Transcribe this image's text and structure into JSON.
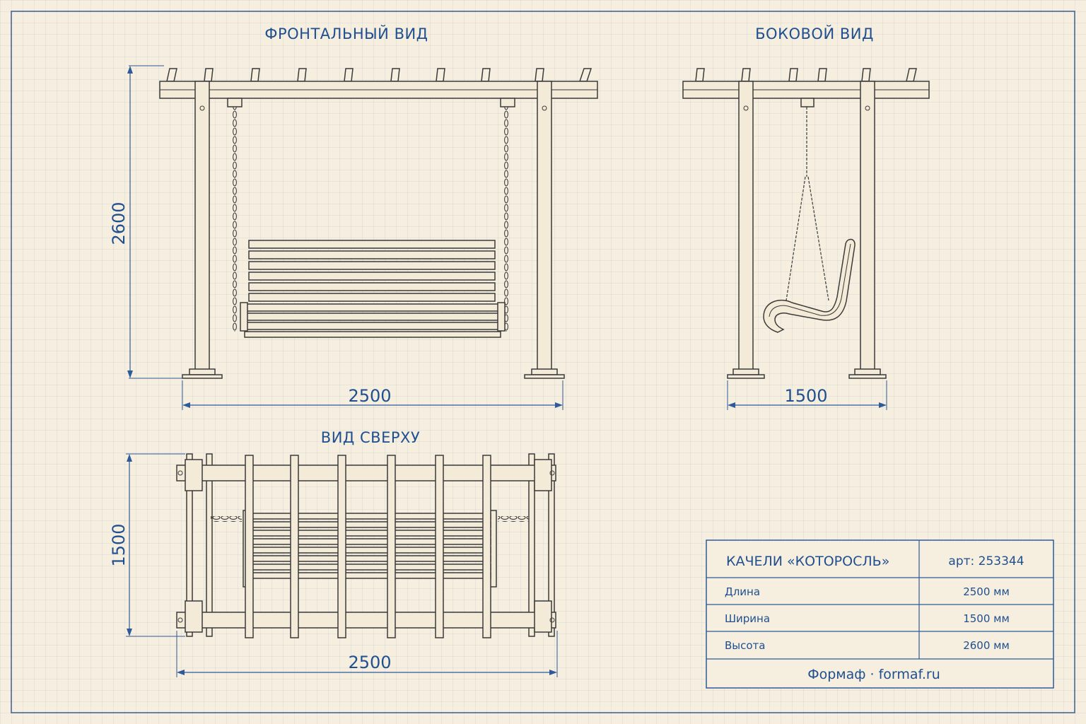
{
  "views": {
    "front_title": "ФРОНТАЛЬНЫЙ ВИД",
    "side_title": "БОКОВОЙ ВИД",
    "top_title": "ВИД СВЕРХУ"
  },
  "dimensions": {
    "front_height": "2600",
    "front_width": "2500",
    "side_width": "1500",
    "top_width": "2500",
    "top_depth": "1500"
  },
  "title_block": {
    "product": "КАЧЕЛИ «КОТОРОСЛЬ»",
    "article": "арт: 253344",
    "rows": [
      {
        "label": "Длина",
        "value": "2500 мм"
      },
      {
        "label": "Ширина",
        "value": "1500 мм"
      },
      {
        "label": "Высота",
        "value": "2600 мм"
      }
    ],
    "footer": "Формаф · formaf.ru"
  },
  "colors": {
    "accent": "#1f4f8f",
    "line": "#3b3b3b",
    "paper": "#f6efdf"
  }
}
